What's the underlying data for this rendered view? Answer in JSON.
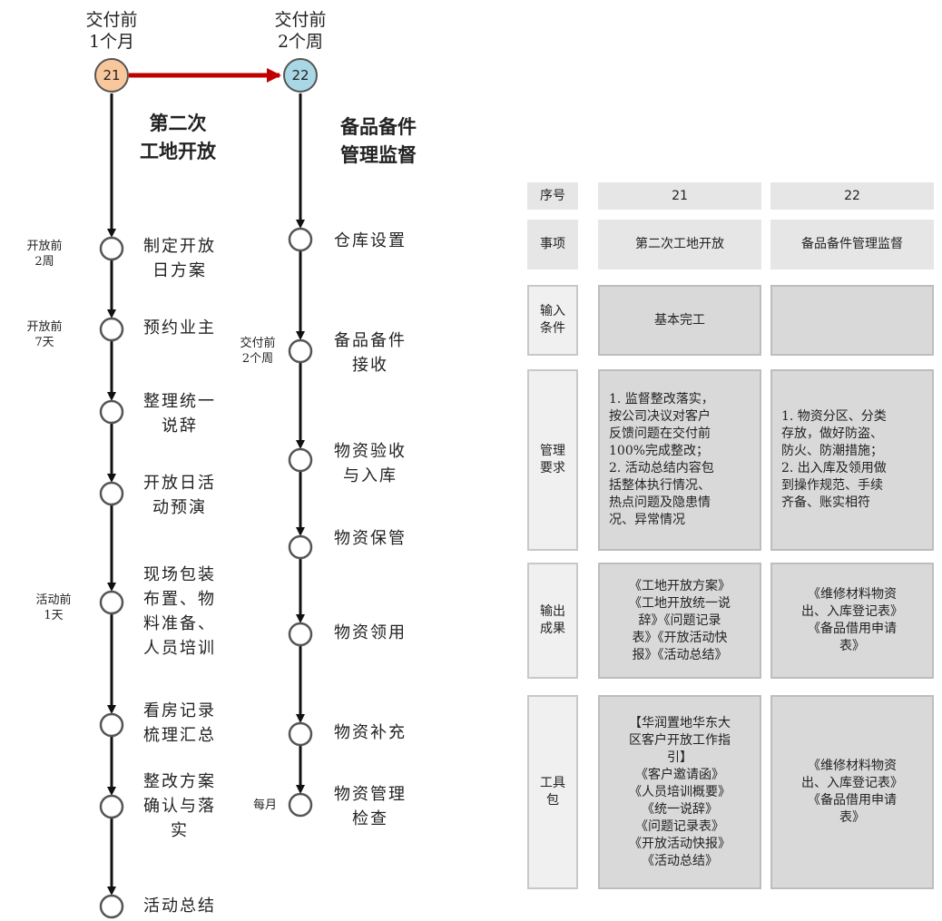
{
  "flow": {
    "phases": [
      {
        "head": "交付前\n1个月",
        "number": "21",
        "badge_color": "#f9c79c",
        "title": "第二次\n工地开放",
        "steps": [
          {
            "label": "制定开放\n日方案",
            "time": "开放前\n2周"
          },
          {
            "label": "预约业主",
            "time": "开放前\n7天"
          },
          {
            "label": "整理统一\n说辞",
            "time": ""
          },
          {
            "label": "开放日活\n动预演",
            "time": ""
          },
          {
            "label": "现场包装\n布置、物\n料准备、\n人员培训",
            "time": "活动前\n1天"
          },
          {
            "label": "看房记录\n梳理汇总",
            "time": ""
          },
          {
            "label": "整改方案\n确认与落\n实",
            "time": ""
          },
          {
            "label": "活动总结",
            "time": ""
          }
        ]
      },
      {
        "head": "交付前\n2个周",
        "number": "22",
        "badge_color": "#a9d7e6",
        "title": "备品备件\n管理监督",
        "steps": [
          {
            "label": "仓库设置",
            "time": ""
          },
          {
            "label": "备品备件\n接收",
            "time": "交付前\n2个周"
          },
          {
            "label": "物资验收\n与入库",
            "time": ""
          },
          {
            "label": "物资保管",
            "time": ""
          },
          {
            "label": "物资领用",
            "time": ""
          },
          {
            "label": "物资补充",
            "time": ""
          },
          {
            "label": "物资管理\n检查",
            "time": "每月"
          }
        ]
      }
    ],
    "connector_color": "#c00000"
  },
  "table": {
    "rows": [
      {
        "label": "序号",
        "c1": "21",
        "c2": "22"
      },
      {
        "label": "事项",
        "c1": "第二次工地开放",
        "c2": "备品备件管理监督"
      },
      {
        "label": "输入\n条件",
        "c1": "基本完工",
        "c2": ""
      },
      {
        "label": "管理\n要求",
        "c1": "1. 监督整改落实，\n按公司决议对客户\n反馈问题在交付前\n100%完成整改；\n2. 活动总结内容包\n括整体执行情况、\n热点问题及隐患情\n况、异常情况",
        "c2": "1. 物资分区、分类\n存放，做好防盗、\n防火、防潮措施；\n2. 出入库及领用做\n到操作规范、手续\n齐备、账实相符"
      },
      {
        "label": "输出\n成果",
        "c1": "《工地开放方案》\n《工地开放统一说\n辞》《问题记录\n表》《开放活动快\n报》《活动总结》",
        "c2": "《维修材料物资\n出、入库登记表》\n《备品借用申请\n表》"
      },
      {
        "label": "工具\n包",
        "c1": "【华润置地华东大\n区客户开放工作指\n引】\n《客户邀请函》\n《人员培训概要》\n《统一说辞》\n《问题记录表》\n《开放活动快报》\n《活动总结》",
        "c2": "《维修材料物资\n出、入库登记表》\n《备品借用申请\n表》"
      }
    ]
  }
}
